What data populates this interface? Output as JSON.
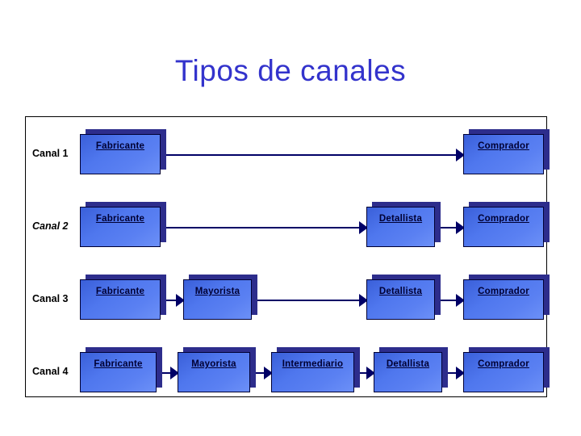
{
  "slide": {
    "title": "Tipos de canales",
    "title_color": "#3333CC"
  },
  "colors": {
    "box_fill_dark": "#3A5FD9",
    "box_fill_light": "#6C90F7",
    "box_border": "#000033",
    "box_shadow": "#2D2D8C",
    "connector": "#000066",
    "frame_border": "#000000",
    "label_text": "#000000"
  },
  "diagram": {
    "rows": [
      {
        "label": "Canal 1",
        "label_style": "normal",
        "nodes": [
          "Fabricante",
          "Comprador"
        ]
      },
      {
        "label": "Canal 2",
        "label_style": "italic",
        "nodes": [
          "Fabricante",
          "Detallista",
          "Comprador"
        ]
      },
      {
        "label": "Canal 3",
        "label_style": "normal",
        "nodes": [
          "Fabricante",
          "Mayorista",
          "Detallista",
          "Comprador"
        ]
      },
      {
        "label": "Canal 4",
        "label_style": "normal",
        "nodes": [
          "Fabricante",
          "Mayorista",
          "Intermediario",
          "Detallista",
          "Comprador"
        ]
      }
    ]
  }
}
